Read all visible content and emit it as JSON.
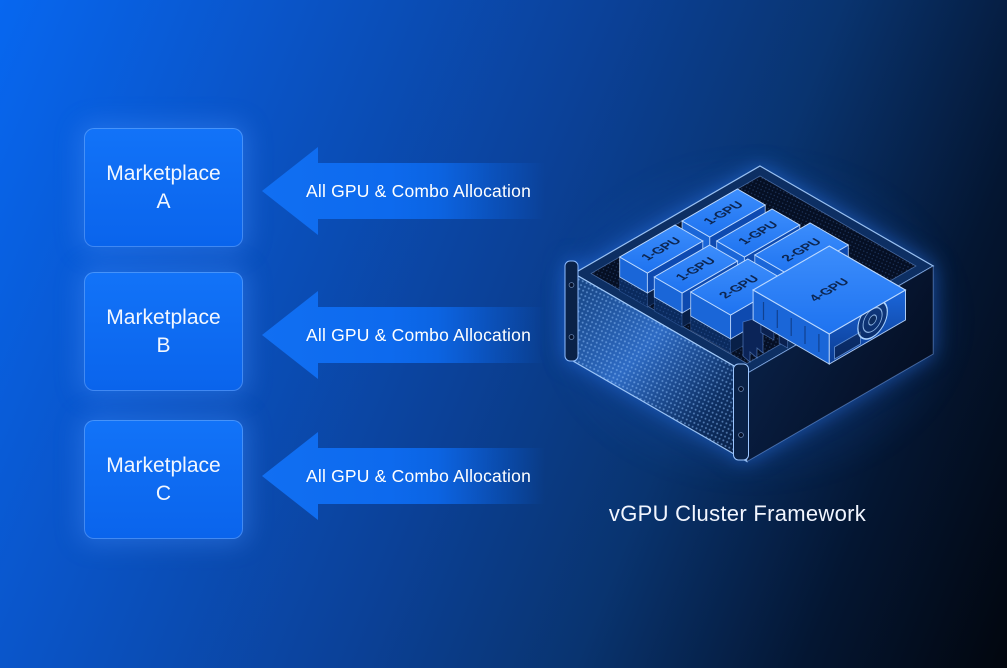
{
  "background": {
    "gradient_start": "#0767f0",
    "gradient_end": "#02060e",
    "accent": "#0b6cf5"
  },
  "marketplaces": [
    {
      "name": "Marketplace",
      "variant": "A"
    },
    {
      "name": "Marketplace",
      "variant": "B"
    },
    {
      "name": "Marketplace",
      "variant": "C"
    }
  ],
  "arrows": [
    {
      "label": "All GPU & Combo Allocation"
    },
    {
      "label": "All GPU & Combo Allocation"
    },
    {
      "label": "All GPU & Combo Allocation"
    }
  ],
  "server": {
    "caption": "vGPU Cluster Framework",
    "gpu_blocks": [
      "1-GPU",
      "1-GPU",
      "1-GPU",
      "1-GPU",
      "2-GPU",
      "2-GPU",
      "4-GPU"
    ]
  }
}
